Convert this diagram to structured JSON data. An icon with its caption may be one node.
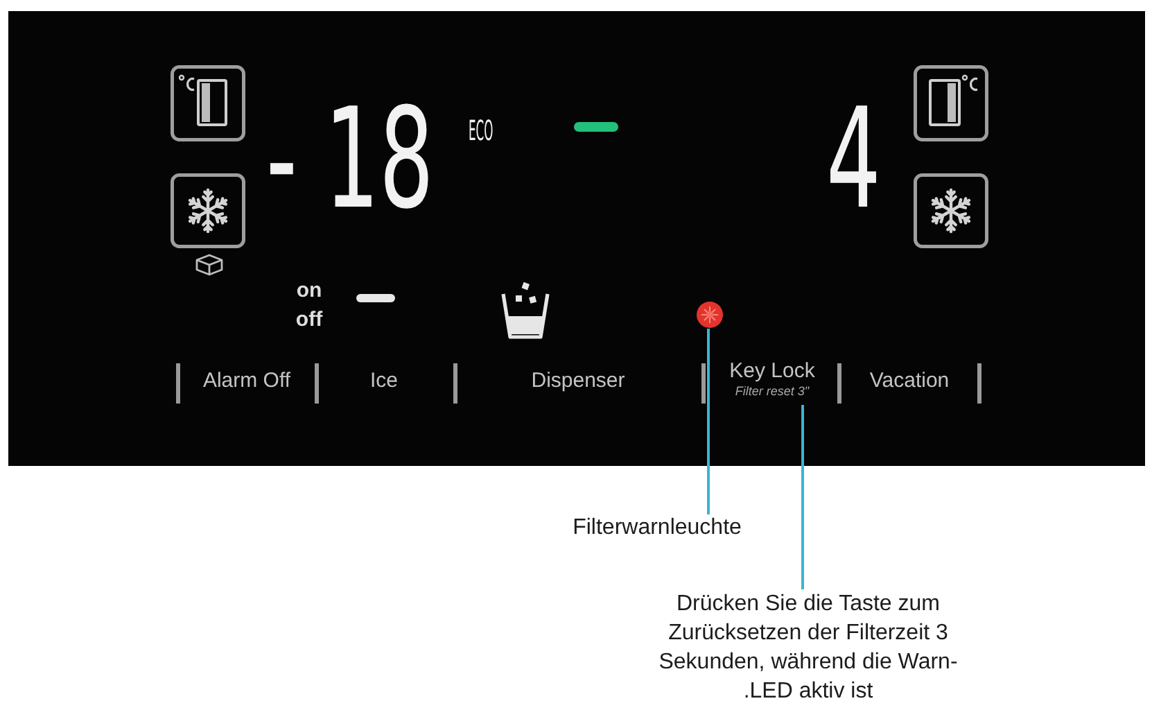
{
  "diagram": {
    "nodes": [
      {
        "text": [],
        "shape": "circle"
      },
      {
        "text": [
          "Key Lock",
          "Filter reset 3\""
        ]
      },
      {
        "text": [
          "Filterwarnleuchte"
        ]
      },
      {
        "text": [
          "Drücken Sie die Taste zum Zurücksetzen der Filterzeit 3 Sekunden, während die Warn- .LED aktiv ist"
        ]
      }
    ],
    "edges": [
      {
        "from": 2,
        "to": 0,
        "arrow": "none"
      },
      {
        "from": 3,
        "to": 1,
        "arrow": "none"
      }
    ],
    "labels": [
      "- 18",
      "ECO",
      "4",
      "on",
      "off",
      "Alarm Off",
      "Ice",
      "Dispenser",
      "Vacation"
    ]
  }
}
